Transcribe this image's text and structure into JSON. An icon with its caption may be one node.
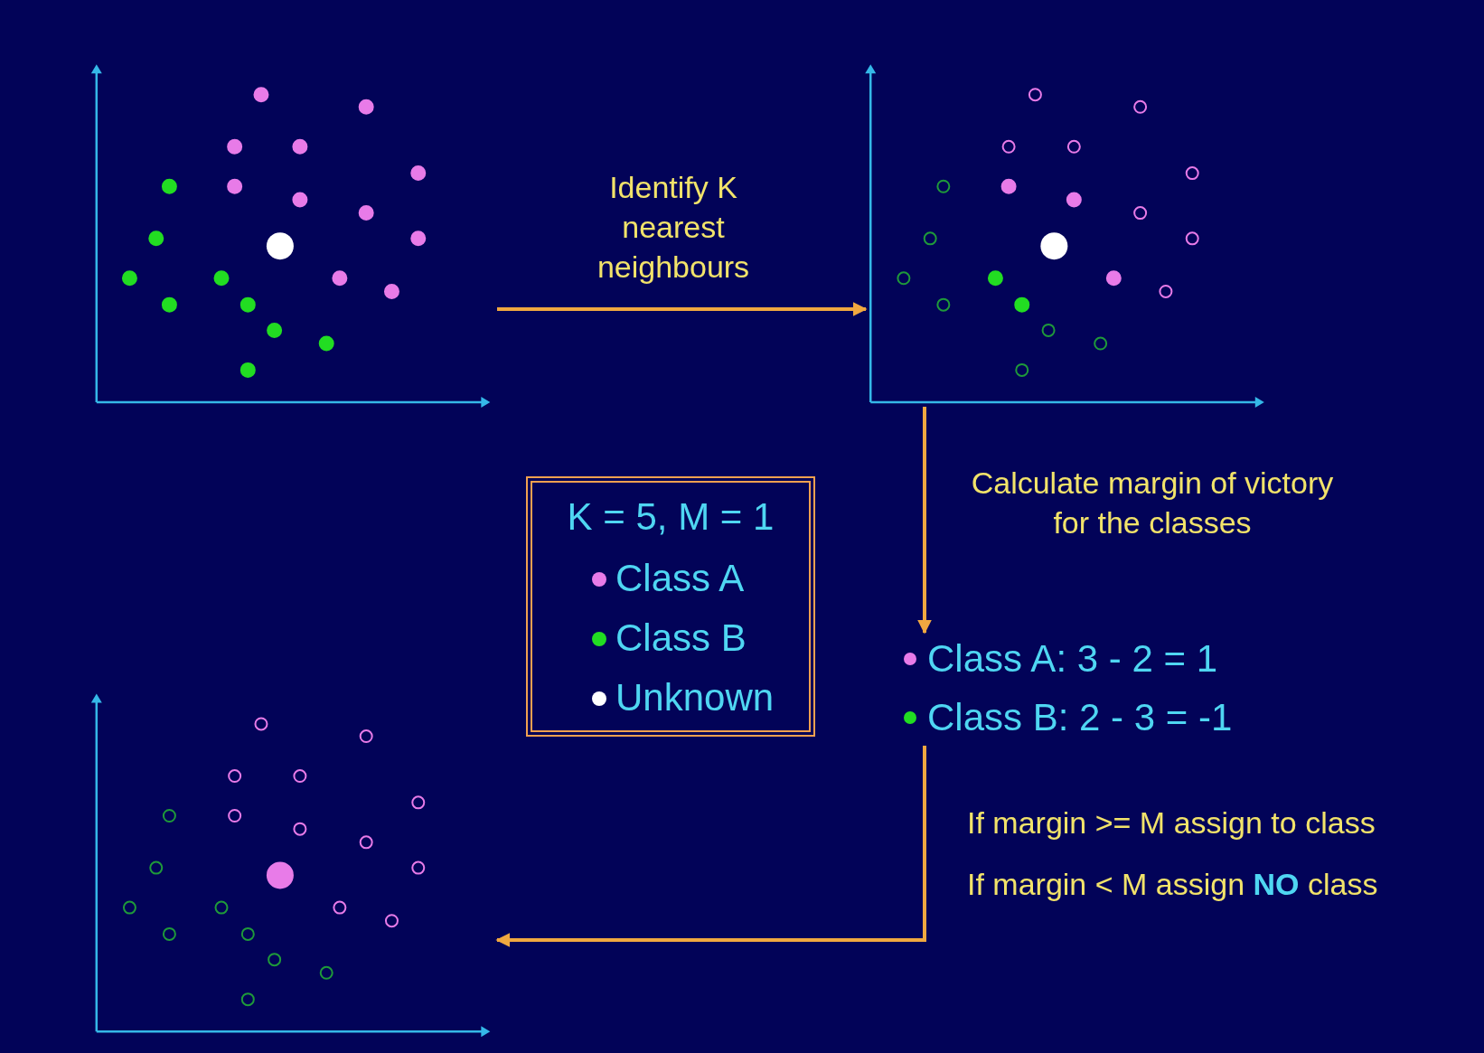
{
  "diagram": {
    "nodes": [
      {
        "text": [],
        "shape": "picture"
      },
      {
        "text": [],
        "shape": "picture"
      },
      {
        "text": [],
        "shape": "picture"
      },
      {
        "text": [
          "Class A: 3 - 2 = 1",
          "Class B: 2 - 3 = -1"
        ]
      }
    ],
    "edges": [
      {
        "from": 0,
        "to": 1,
        "arrow": "to",
        "label": "Identify K nearest neighbours"
      },
      {
        "from": 1,
        "to": 3,
        "arrow": "to",
        "label": "Calculate margin of victory for the classes"
      },
      {
        "from": 3,
        "to": 2,
        "arrow": "to"
      }
    ],
    "labels": [
      "K = 5, M = 1",
      "If margin >= M assign to class",
      "If margin < M assign **NO** class"
    ],
    "legend": [
      {
        "text": "Class A",
        "color": "#e87be8"
      },
      {
        "text": "Class B",
        "color": "#22dd22"
      },
      {
        "text": "Unknown",
        "color": "#ffffff"
      }
    ]
  }
}
